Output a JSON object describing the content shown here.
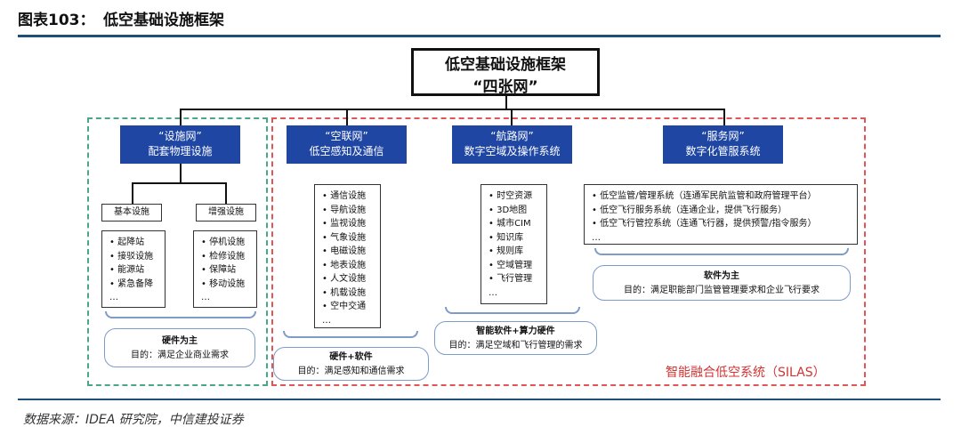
{
  "header": {
    "figure_no": "图表103：",
    "title": "低空基础设施框架"
  },
  "root": {
    "line1": "低空基础设施框架",
    "line2": "“四张网”"
  },
  "nets": [
    {
      "title": "“设施网”",
      "subtitle": "配套物理设施"
    },
    {
      "title": "“空联网”",
      "subtitle": "低空感知及通信"
    },
    {
      "title": "“航路网”",
      "subtitle": "数字空域及操作系统"
    },
    {
      "title": "“服务网”",
      "subtitle": "数字化管服系统"
    }
  ],
  "facility": {
    "basic": {
      "label": "基本设施",
      "items": [
        "起降站",
        "接驳设施",
        "能源站",
        "紧急备降",
        "…"
      ]
    },
    "enhanced": {
      "label": "增强设施",
      "items": [
        "停机设施",
        "检修设施",
        "保障站",
        "移动设施",
        "…"
      ]
    },
    "goal_title": "硬件为主",
    "goal_text": "目的：满足企业商业需求"
  },
  "airnet": {
    "items": [
      "通信设施",
      "导航设施",
      "监视设施",
      "气象设施",
      "电磁设施",
      "地表设施",
      "人文设施",
      "机载设施",
      "空中交通",
      "…"
    ],
    "goal_title": "硬件+软件",
    "goal_text": "目的：满足感知和通信需求"
  },
  "routenet": {
    "items": [
      "时空资源",
      "3D地图",
      "城市CIM",
      "知识库",
      "规则库",
      "空域管理",
      "飞行管理",
      "…"
    ],
    "goal_title": "智能软件+算力硬件",
    "goal_text": "目的：满足空域和飞行管理的需求"
  },
  "servicenet": {
    "items": [
      "低空监管/管理系统（连通军民航监管和政府管理平台）",
      "低空飞行服务系统（连通企业，提供飞行服务）",
      "低空飞行管控系统（连通飞行器，提供预警/指令服务）",
      "…"
    ],
    "goal_title": "软件为主",
    "goal_text": "目的：满足职能部门监管管理要求和企业飞行要求"
  },
  "silas_label": "智能融合低空系统（SILAS）",
  "source": "数据来源：IDEA 研究院，中信建投证券",
  "colors": {
    "net_blue": "#1f46a3",
    "rule": "#1f4e79",
    "green_dash": "#4aa88a",
    "red_dash": "#e05555",
    "brace": "#7f9bc8"
  }
}
